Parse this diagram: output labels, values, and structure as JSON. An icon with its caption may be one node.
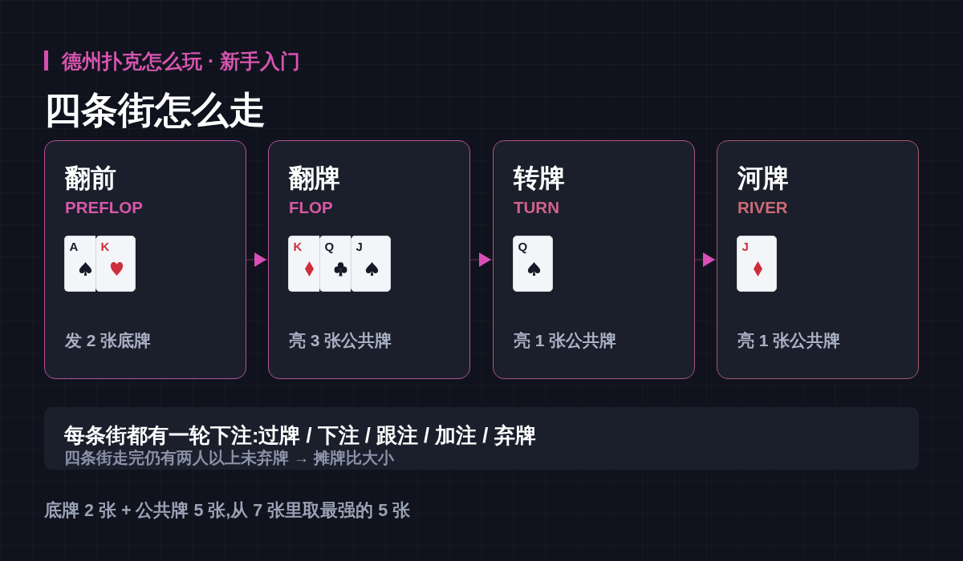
{
  "diagram": {
    "title": "四条街怎么走",
    "nodes": [
      {
        "text": [
          "翻前",
          "PREFLOP",
          "发 2 张底牌"
        ]
      },
      {
        "text": [
          "A"
        ],
        "in": 0
      },
      {
        "text": [
          "K"
        ],
        "in": 0
      },
      {
        "text": [
          "翻牌",
          "FLOP",
          "亮 3 张公共牌"
        ]
      },
      {
        "text": [
          "K"
        ],
        "in": 3
      },
      {
        "text": [
          "Q"
        ],
        "in": 3
      },
      {
        "text": [
          "J"
        ],
        "in": 3
      },
      {
        "text": [
          "转牌",
          "TURN",
          "亮 1 张公共牌"
        ]
      },
      {
        "text": [
          "Q"
        ],
        "in": 7
      },
      {
        "text": [
          "河牌",
          "RIVER",
          "亮 1 张公共牌"
        ]
      },
      {
        "text": [
          "J"
        ],
        "in": 9
      },
      {
        "text": [
          "每条街都有一轮下注:过牌 / 下注 / 跟注 / 加注 / 弃牌",
          "四条街走完仍有两人以上未弃牌 → 摊牌比大小"
        ]
      }
    ],
    "edges": [
      {
        "from": 0,
        "to": 3,
        "arrow": "to"
      },
      {
        "from": 3,
        "to": 7,
        "arrow": "to"
      },
      {
        "from": 7,
        "to": 9,
        "arrow": "to"
      }
    ],
    "labels": [
      "德州扑克怎么玩 · 新手入门",
      "底牌 2 张 + 公共牌 5 张,从 7 张里取最强的 5 张"
    ]
  }
}
